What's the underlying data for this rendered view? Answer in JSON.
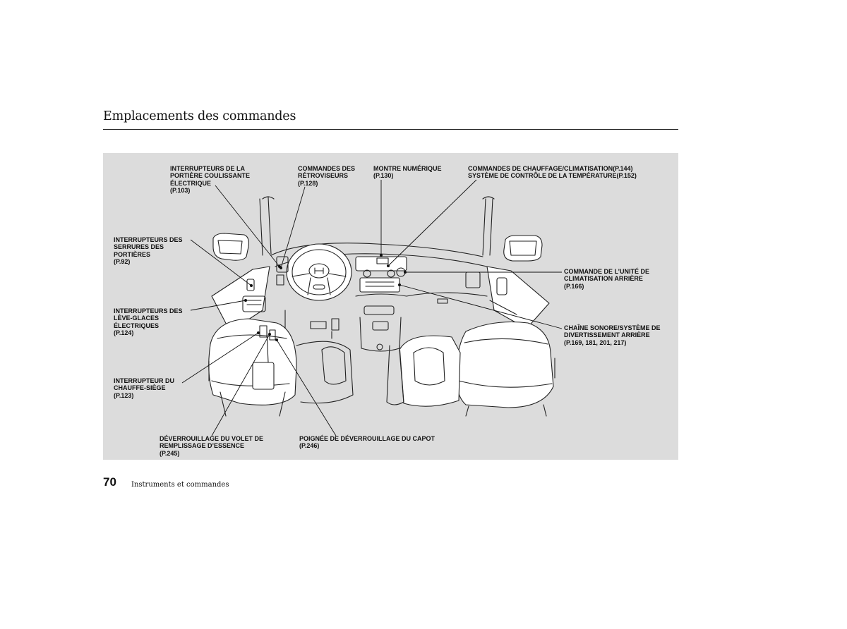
{
  "page": {
    "title": "Emplacements des commandes",
    "page_number": "70",
    "section": "Instruments et commandes"
  },
  "callouts": {
    "sliding_door": [
      "INTERRUPTEURS DE LA",
      "PORTIÈRE COULISSANTE",
      "ÉLECTRIQUE",
      "(P.103)"
    ],
    "mirrors": [
      "COMMANDES DES",
      "RÉTROVISEURS",
      "(P.128)"
    ],
    "clock": [
      "MONTRE NUMÉRIQUE",
      "(P.130)"
    ],
    "heating": [
      "COMMANDES DE CHAUFFAGE/CLIMATISATION(P.144)",
      "SYSTÈME DE CONTRÔLE DE LA TEMPÉRATURE(P.152)"
    ],
    "door_locks": [
      "INTERRUPTEURS DES",
      "SERRURES DES",
      "PORTIÈRES",
      "(P.92)"
    ],
    "rear_ac": [
      "COMMANDE DE L’UNITÉ DE",
      "CLIMATISATION ARRIÈRE",
      "(P.166)"
    ],
    "windows": [
      "INTERRUPTEURS DES",
      "LÈVE-GLACES",
      "ÉLECTRIQUES",
      "(P.124)"
    ],
    "audio": [
      "CHAÎNE SONORE/SYSTÈME DE",
      "DIVERTISSEMENT ARRIÈRE",
      "(P.169, 181, 201, 217)"
    ],
    "seat_heater": [
      "INTERRUPTEUR DU",
      "CHAUFFE-SIÈGE",
      "(P.123)"
    ],
    "fuel_door": [
      "DÉVERROUILLAGE DU VOLET DE",
      "REMPLISSAGE D’ESSENCE",
      "(P.245)"
    ],
    "hood": [
      "POIGNÉE DE DÉVERROUILLAGE DU CAPOT",
      "(P.246)"
    ]
  }
}
